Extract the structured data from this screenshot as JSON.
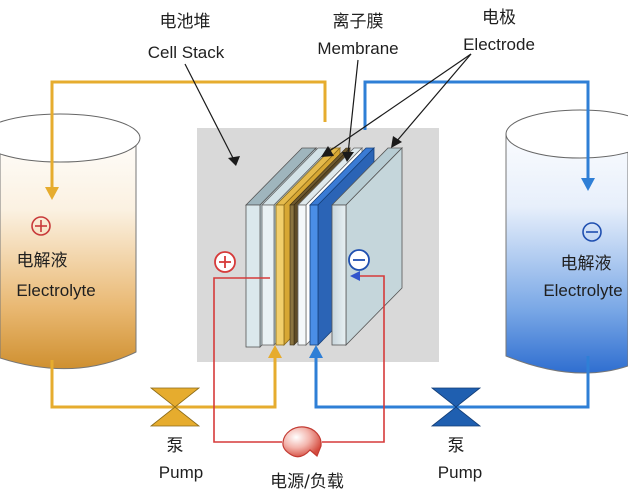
{
  "labels": {
    "cell_stack_cn": "电池堆",
    "cell_stack_en": "Cell Stack",
    "membrane_cn": "离子膜",
    "membrane_en": "Membrane",
    "electrode_cn": "电极",
    "electrode_en": "Electrode",
    "left_tank_cn": "电解液",
    "left_tank_en": "Electrolyte",
    "right_tank_cn": "电解液",
    "right_tank_en": "Electrolyte",
    "left_pump_cn": "泵",
    "left_pump_en": "Pump",
    "right_pump_cn": "泵",
    "right_pump_en": "Pump",
    "power_load": "电源/负载"
  },
  "colors": {
    "positive_loop": "#e6ac2e",
    "negative_loop": "#2f7fd6",
    "electric_circuit": "#d63a3a",
    "pump_fill": "#1f5fb0",
    "annotation_arrow": "#1a1a1a"
  }
}
